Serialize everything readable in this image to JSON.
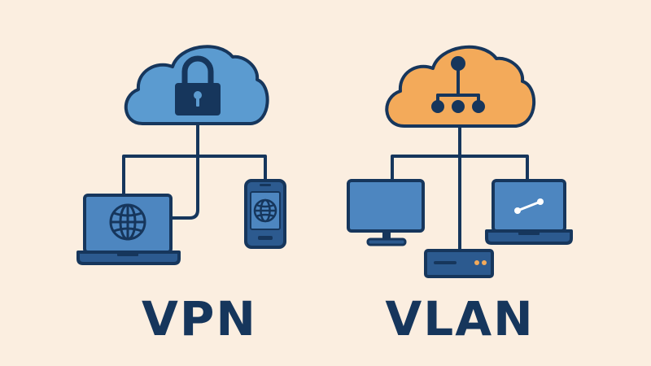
{
  "diagrams": {
    "vpn": {
      "label": "VPN",
      "cloud_icon": "lock-icon",
      "devices": [
        "laptop-with-globe",
        "smartphone-with-globe"
      ]
    },
    "vlan": {
      "label": "VLAN",
      "cloud_icon": "network-hierarchy-icon",
      "devices": [
        "desktop-monitor",
        "server-unit",
        "laptop-with-link"
      ]
    }
  },
  "colors": {
    "background": "#fbeee0",
    "outline": "#16365c",
    "vpn_cloud": "#5b9bd0",
    "vlan_cloud": "#f3aa5a",
    "device_screen": "#4d86c0",
    "device_body": "#2c5a8f"
  }
}
